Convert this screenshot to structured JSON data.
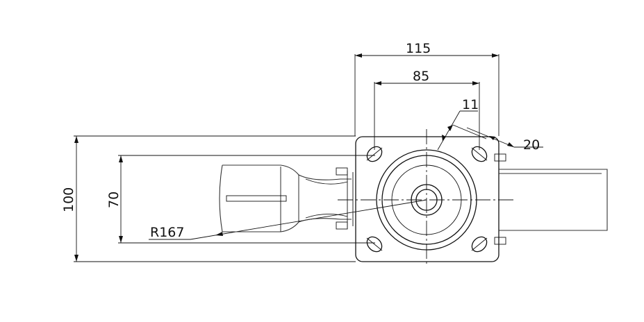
{
  "drawing": {
    "description_labels": {
      "width_overall": "115",
      "hole_spacing": "85",
      "slot_width": "11",
      "slot_length": "20",
      "height_overall": "100",
      "hole_spacing_vertical": "70",
      "swivel_radius": "R167"
    },
    "colors": {
      "line": "#111111",
      "background": "#ffffff"
    }
  }
}
